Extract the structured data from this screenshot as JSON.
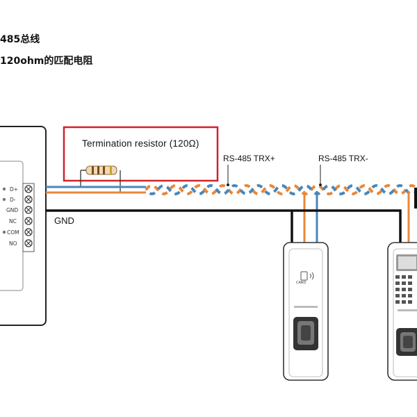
{
  "header": {
    "line1": "485总线",
    "line2": "120ohm的匹配电阻"
  },
  "diagram": {
    "termination_label": "Termination resistor (120Ω)",
    "trx_plus_label": "RS-485 TRX+",
    "trx_minus_label": "RS-485 TRX-",
    "gnd_label": "GND",
    "controller_terminals": [
      "D+",
      "D-",
      "GND",
      "NC",
      "COM",
      "NO"
    ],
    "reader_card_label": "CARD",
    "colors": {
      "orange_wire": "#e8873a",
      "blue_wire": "#4a86b8",
      "black_wire": "#111111",
      "highlight_box": "#d0222a",
      "device_outline": "#333333"
    }
  }
}
